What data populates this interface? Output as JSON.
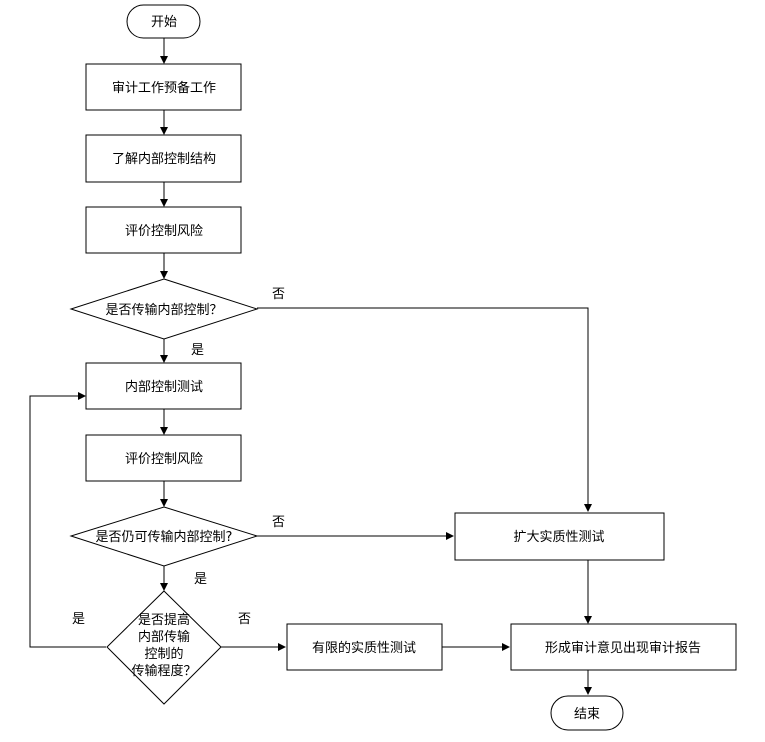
{
  "colors": {
    "stroke": "#000000",
    "fill": "#ffffff",
    "text": "#000000"
  },
  "nodes": {
    "start": "开始",
    "prep": "审计工作预备工作",
    "understand": "了解内部控制结构",
    "assess1": "评价控制风险",
    "decision1": "是否传输内部控制？",
    "test": "内部控制测试",
    "assess2": "评价控制风险",
    "decision2": "是否仍可传输内部控制?",
    "decision3": [
      "是否提高",
      "内部传输",
      "控制的",
      "传输程度？"
    ],
    "expand": "扩大实质性测试",
    "limited": "有限的实质性测试",
    "report": "形成审计意见出现审计报告",
    "end": "结束"
  },
  "edge_labels": {
    "d1_no": "否",
    "d1_yes": "是",
    "d2_no": "否",
    "d2_yes": "是",
    "d3_yes": "是",
    "d3_no": "否"
  }
}
